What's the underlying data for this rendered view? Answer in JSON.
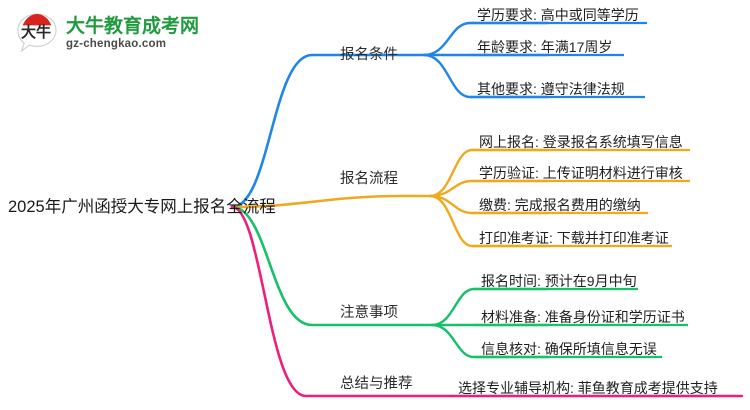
{
  "logo": {
    "mark_text": "大牛",
    "title": "大牛教育成考网",
    "subtitle": "gz-chengkao.com",
    "brand_green": "#1f9b3f",
    "brand_red": "#d8231f"
  },
  "mindmap": {
    "root": {
      "label": "2025年广州函授大专网上报名全流程"
    },
    "branches": [
      {
        "label": "报名条件",
        "color": "#1f86e8",
        "children": [
          {
            "label": "学历要求: 高中或同等学历"
          },
          {
            "label": "年龄要求: 年满17周岁"
          },
          {
            "label": "其他要求: 遵守法律法规"
          }
        ]
      },
      {
        "label": "报名流程",
        "color": "#f0a81e",
        "children": [
          {
            "label": "网上报名: 登录报名系统填写信息"
          },
          {
            "label": "学历验证: 上传证明材料进行审核"
          },
          {
            "label": "缴费: 完成报名费用的缴纳"
          },
          {
            "label": "打印准考证: 下载并打印准考证"
          }
        ]
      },
      {
        "label": "注意事项",
        "color": "#17c06a",
        "children": [
          {
            "label": "报名时间: 预计在9月中旬"
          },
          {
            "label": "材料准备: 准备身份证和学历证书"
          },
          {
            "label": "信息核对: 确保所填信息无误"
          }
        ]
      },
      {
        "label": "总结与推荐",
        "color": "#ec1f7a",
        "children": [
          {
            "label": "选择专业辅导机构: 菲鱼教育成考提供支持"
          }
        ]
      }
    ]
  }
}
